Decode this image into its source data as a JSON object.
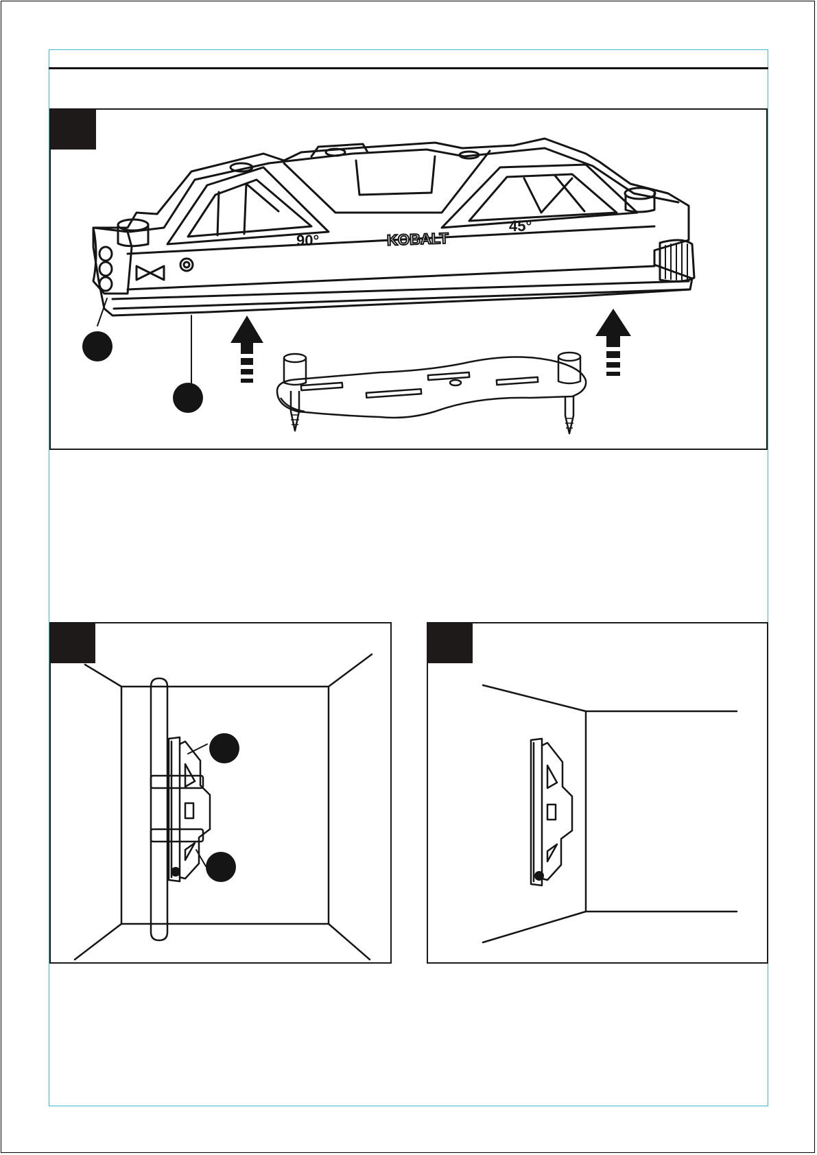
{
  "figure1": {
    "logo": "KOBALT",
    "angle_90": "90°",
    "angle_45": "45°"
  },
  "colors": {
    "trim": "#3fb8c8",
    "ink": "#151515",
    "step_tab": "#1f1a1a"
  }
}
